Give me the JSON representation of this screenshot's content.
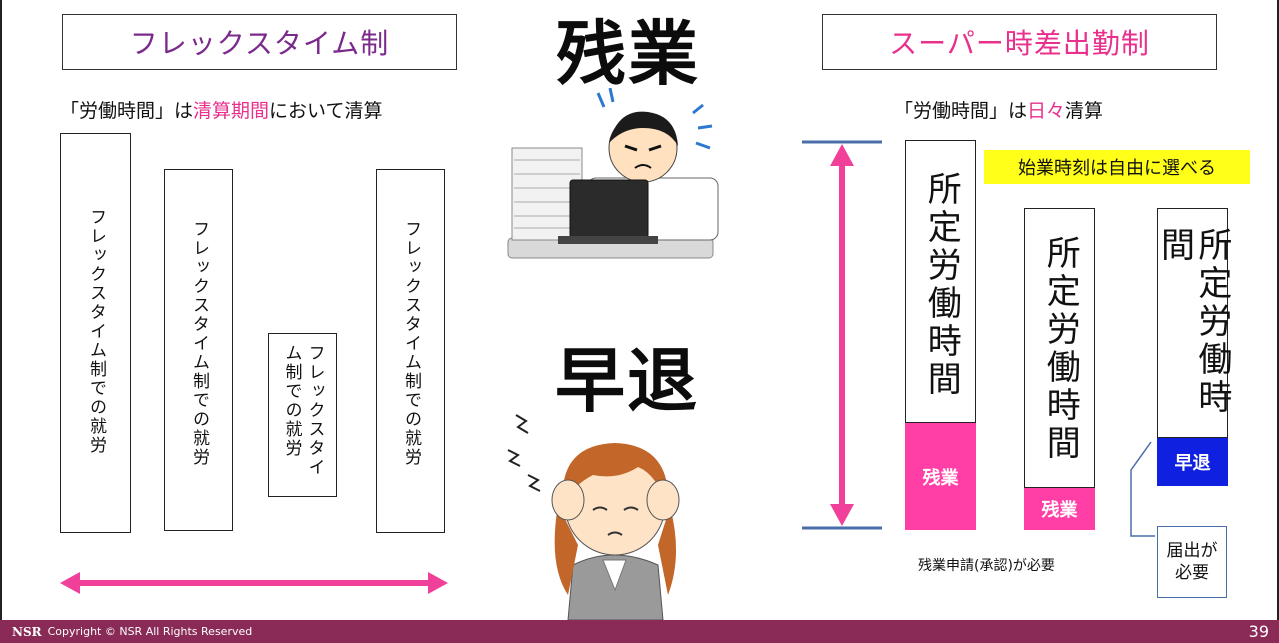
{
  "left": {
    "title": "フレックスタイム制",
    "subtitle_a": "「労働時間」は",
    "subtitle_b": "清算期間",
    "subtitle_c": "において清算",
    "bars": [
      "フレックスタイム制での就労",
      "フレックスタイム制での就労",
      "フレックスタイム制での就労",
      "フレックスタイム制での就労"
    ]
  },
  "center": {
    "overtime_label": "残業",
    "early_leave_label": "早退"
  },
  "right": {
    "title": "スーパー時差出勤制",
    "subtitle_a": "「労働時間」は",
    "subtitle_b": "日々",
    "subtitle_c": "清算",
    "start_time_note": "始業時刻は自由に選べる",
    "bar_label": "所定労働時間",
    "overtime": "残業",
    "early_leave": "早退",
    "overtime_note": "残業申請(承認)が必要",
    "notice_line1": "届出が",
    "notice_line2": "必要"
  },
  "footer": {
    "logo": "NSR",
    "copyright": "Copyright © NSR All Rights Reserved",
    "page": "39"
  },
  "colors": {
    "accent_pink": "#e8308c",
    "purple": "#7b2a8c",
    "footer": "#8a2b57",
    "early_blue": "#1020e0",
    "yellow": "#ffff1a"
  }
}
